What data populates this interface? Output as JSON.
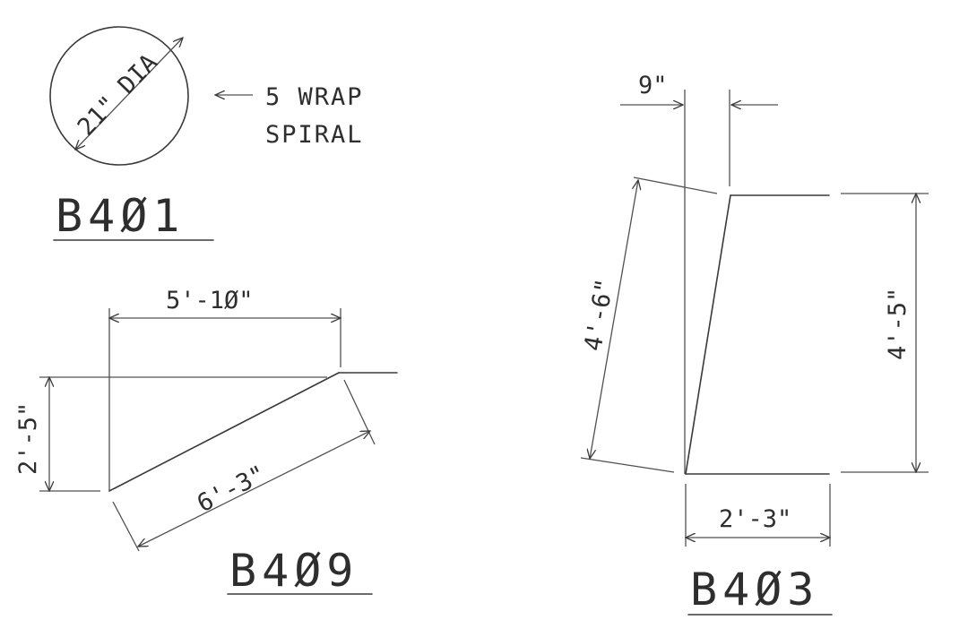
{
  "colors": {
    "line": "#3a3a3a",
    "text": "#2e2e2e",
    "background": "#ffffff"
  },
  "b401": {
    "mark": "B4Ø1",
    "diameter": "21\" DIA",
    "note_line1": "5 WRAP",
    "note_line2": "SPIRAL"
  },
  "b409": {
    "mark": "B4Ø9",
    "top_length": "5'-1Ø\"",
    "height": "2'-5\"",
    "diagonal": "6'-3\""
  },
  "b403": {
    "mark": "B4Ø3",
    "offset": "9\"",
    "left_leg": "4'-6\"",
    "right_height": "4'-5\"",
    "bottom_width": "2'-3\""
  }
}
